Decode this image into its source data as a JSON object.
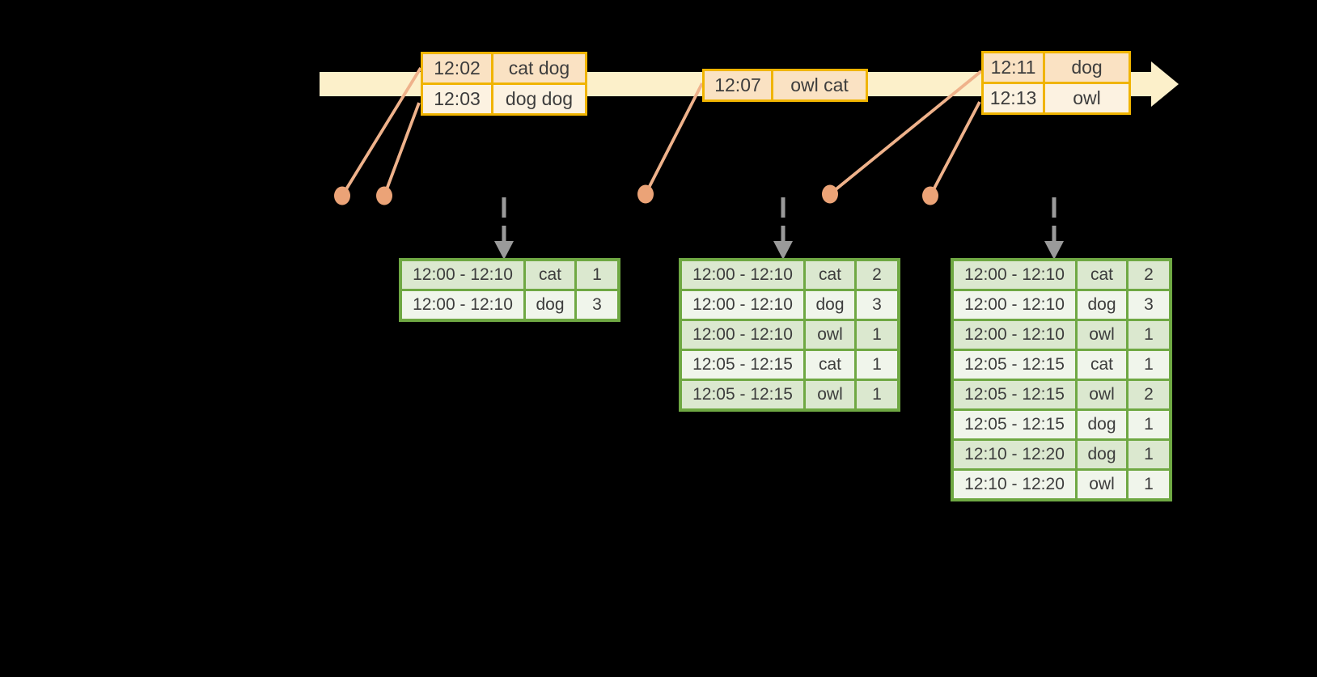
{
  "colors": {
    "background": "#000000",
    "timeline_fill": "#FCF0CA",
    "event_border": "#F0B400",
    "event_row_dark": "#FAE2C3",
    "event_row_light": "#FCF2E1",
    "result_border": "#6FA843",
    "result_row_dark": "#DBE8CF",
    "result_row_light": "#F0F5EB",
    "connector": "#EFB28B",
    "dot": "#EBA377",
    "dashed_arrow": "#9A9A9A",
    "text": "#3D3D3D"
  },
  "event_tables": [
    {
      "rows": [
        {
          "time": "12:02",
          "words": "cat dog"
        },
        {
          "time": "12:03",
          "words": "dog dog"
        }
      ]
    },
    {
      "rows": [
        {
          "time": "12:07",
          "words": "owl cat"
        }
      ]
    },
    {
      "rows": [
        {
          "time": "12:11",
          "words": "dog"
        },
        {
          "time": "12:13",
          "words": "owl"
        }
      ]
    }
  ],
  "result_tables": [
    {
      "rows": [
        {
          "window": "12:00 - 12:10",
          "word": "cat",
          "count": "1"
        },
        {
          "window": "12:00 - 12:10",
          "word": "dog",
          "count": "3"
        }
      ]
    },
    {
      "rows": [
        {
          "window": "12:00 - 12:10",
          "word": "cat",
          "count": "2"
        },
        {
          "window": "12:00 - 12:10",
          "word": "dog",
          "count": "3"
        },
        {
          "window": "12:00 - 12:10",
          "word": "owl",
          "count": "1"
        },
        {
          "window": "12:05 - 12:15",
          "word": "cat",
          "count": "1"
        },
        {
          "window": "12:05 - 12:15",
          "word": "owl",
          "count": "1"
        }
      ]
    },
    {
      "rows": [
        {
          "window": "12:00 - 12:10",
          "word": "cat",
          "count": "2"
        },
        {
          "window": "12:00 - 12:10",
          "word": "dog",
          "count": "3"
        },
        {
          "window": "12:00 - 12:10",
          "word": "owl",
          "count": "1"
        },
        {
          "window": "12:05 - 12:15",
          "word": "cat",
          "count": "1"
        },
        {
          "window": "12:05 - 12:15",
          "word": "owl",
          "count": "2"
        },
        {
          "window": "12:05 - 12:15",
          "word": "dog",
          "count": "1"
        },
        {
          "window": "12:10 - 12:20",
          "word": "dog",
          "count": "1"
        },
        {
          "window": "12:10 - 12:20",
          "word": "owl",
          "count": "1"
        }
      ]
    }
  ]
}
